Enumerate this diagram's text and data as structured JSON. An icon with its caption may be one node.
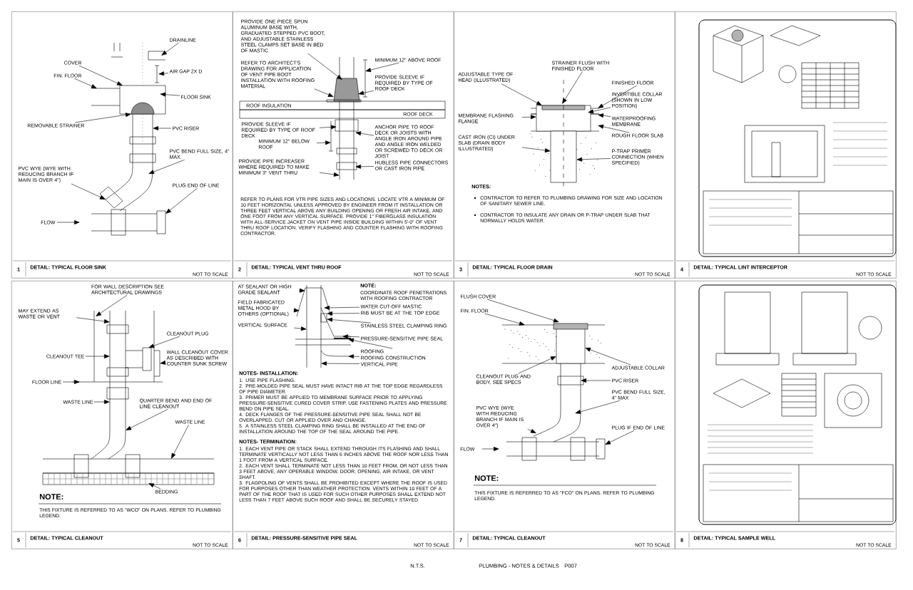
{
  "diagram": {
    "nodes": [
      {
        "text": [
          "1",
          "DETAIL: TYPICAL FLOOR SINK",
          "NOT TO SCALE"
        ]
      },
      {
        "text": [
          "2",
          "DETAIL: TYPICAL VENT THRU ROOF",
          "NOT TO SCALE"
        ]
      },
      {
        "text": [
          "3",
          "DETAIL: TYPICAL FLOOR DRAIN",
          "NOT TO SCALE"
        ]
      },
      {
        "text": [
          "4",
          "DETAIL: TYPICAL LINT INTERCEPTOR",
          "NOT TO SCALE"
        ]
      },
      {
        "text": [
          "5",
          "DETAIL: TYPICAL CLEANOUT",
          "NOT TO SCALE"
        ]
      },
      {
        "text": [
          "6",
          "DETAIL: PRESSURE-SENSITIVE PIPE SEAL",
          "NOT TO SCALE"
        ]
      },
      {
        "text": [
          "7",
          "DETAIL: TYPICAL CLEANOUT",
          "NOT TO SCALE"
        ]
      },
      {
        "text": [
          "8",
          "DETAIL: TYPICAL SAMPLE WELL",
          "NOT TO SCALE"
        ]
      },
      {
        "text": [
          "DRAINLINE"
        ],
        "in": 0
      },
      {
        "text": [
          "COVER"
        ],
        "in": 0
      },
      {
        "text": [
          "FIN. FLOOR"
        ],
        "in": 0
      },
      {
        "text": [
          "AIR GAP 2X D"
        ],
        "in": 0
      },
      {
        "text": [
          "FLOOR SINK"
        ],
        "in": 0
      },
      {
        "text": [
          "REMOVABLE STRAINER"
        ],
        "in": 0
      },
      {
        "text": [
          "PVC RISER"
        ],
        "in": 0
      },
      {
        "text": [
          "PVC BEND FULL SIZE, 4\" MAX."
        ],
        "in": 0
      },
      {
        "text": [
          "PVC WYE (WYE WITH REDUCING BRANCH IF MAIN IS OVER 4\")"
        ],
        "in": 0
      },
      {
        "text": [
          "PLUG END OF LINE"
        ],
        "in": 0
      },
      {
        "text": [
          "PROVIDE ONE PIECE SPUN ALUMINUM BASE WITH, GRADUATED STEPPED PVC BOOT, AND ADJUSTABLE STAINLESS STEEL CLAMPS SET BASE IN BED OF MASTIC"
        ],
        "in": 1
      },
      {
        "text": [
          "REFER TO ARCHITECT'S DRAWING FOR APPLICATION OF VENT PIPE BOOT INSTALLATION WITH ROOFING MATERIAL"
        ],
        "in": 1
      },
      {
        "text": [
          "MINIMUM 12\" ABOVE ROOF"
        ],
        "in": 1
      },
      {
        "text": [
          "PROVIDE SLEEVE IF REQUIRED BY TYPE OF ROOF DECK"
        ],
        "in": 1
      },
      {
        "text": [
          "PROVIDE SLEEVE IF REQUIRED BY TYPE OF ROOF DECK"
        ],
        "in": 1
      },
      {
        "text": [
          "MINIMUM 12\" BELOW ROOF"
        ],
        "in": 1
      },
      {
        "text": [
          "ANCHOR PIPE TO ROOF DECK OR JOISTS WITH ANGLE IRON AROUND PIPE AND ANGLE IRON WELDED OR SCREWED TO DECK OR JOIST"
        ],
        "in": 1
      },
      {
        "text": [
          "HUBLESS PIPE CONNECTORS OR CAST IRON PIPE"
        ],
        "in": 1
      },
      {
        "text": [
          "PROVIDE PIPE INCREASER WHERE REQUIRED TO MAKE MINIMUM 3\" VENT THRU"
        ],
        "in": 1
      },
      {
        "text": [
          "STRAINER FLUSH WITH FINISHED FLOOR"
        ],
        "in": 2
      },
      {
        "text": [
          "ADJUSTABLE TYPE OF HEAD (ILLUSTRATED)"
        ],
        "in": 2
      },
      {
        "text": [
          "FINISHED FLOOR"
        ],
        "in": 2
      },
      {
        "text": [
          "INVERTIBLE COLLAR (SHOWN IN LOW POSITION)"
        ],
        "in": 2
      },
      {
        "text": [
          "WATERPROOFING MEMBRANE"
        ],
        "in": 2
      },
      {
        "text": [
          "MEMBRANE FLASHING FLANGE"
        ],
        "in": 2
      },
      {
        "text": [
          "ROUGH FLOOR SLAB"
        ],
        "in": 2
      },
      {
        "text": [
          "CAST IRON (CI) UNDER SLAB (DRAIN BODY ILLUSTRATED)"
        ],
        "in": 2
      },
      {
        "text": [
          "P-TRAP PRIMER CONNECTION (WHEN SPECIFIED)"
        ],
        "in": 2
      },
      {
        "text": [
          "FOR WALL DESCRIPTION SEE ARCHITECTURAL DRAWINGS"
        ],
        "in": 4
      },
      {
        "text": [
          "MAY EXTEND AS WASTE OR VENT"
        ],
        "in": 4
      },
      {
        "text": [
          "CLEANOUT PLUG"
        ],
        "in": 4
      },
      {
        "text": [
          "CLEANOUT TEE"
        ],
        "in": 4
      },
      {
        "text": [
          "WALL CLEANOUT COVER AS DESCRIBED WITH COUNTER SUNK SCREW"
        ],
        "in": 4
      },
      {
        "text": [
          "FLOOR LINE"
        ],
        "in": 4
      },
      {
        "text": [
          "WASTE LINE"
        ],
        "in": 4
      },
      {
        "text": [
          "QUARTER BEND AND END OF LINE CLEANOUT"
        ],
        "in": 4
      },
      {
        "text": [
          "WASTE LINE"
        ],
        "in": 4
      },
      {
        "text": [
          "BEDDING"
        ],
        "in": 4
      },
      {
        "text": [
          "AT SEALANT OR HIGH GRADE SEALANT"
        ],
        "in": 5
      },
      {
        "text": [
          "FIELD FABRICATED METAL HOOD BY OTHERS (OPTIONAL)"
        ],
        "in": 5
      },
      {
        "text": [
          "WATER CUT-OFF MASTIC"
        ],
        "in": 5
      },
      {
        "text": [
          "RIB MUST BE AT THE TOP EDGE"
        ],
        "in": 5
      },
      {
        "text": [
          "VERTICAL SURFACE"
        ],
        "in": 5
      },
      {
        "text": [
          "STAINLESS STEEL CLAMPING RING"
        ],
        "in": 5
      },
      {
        "text": [
          "PRESSURE-SENSITIVE PIPE SEAL"
        ],
        "in": 5
      },
      {
        "text": [
          "ROOFING"
        ],
        "in": 5
      },
      {
        "text": [
          "ROOFING CONSTRUCTION"
        ],
        "in": 5
      },
      {
        "text": [
          "VERTICAL PIPE"
        ],
        "in": 5
      },
      {
        "text": [
          "FLUSH COVER"
        ],
        "in": 6
      },
      {
        "text": [
          "FIN. FLOOR"
        ],
        "in": 6
      },
      {
        "text": [
          "CLEANOUT PLUG AND BODY, SEE SPECS"
        ],
        "in": 6
      },
      {
        "text": [
          "ADJUSTABLE COLLAR"
        ],
        "in": 6
      },
      {
        "text": [
          "PVC RISER"
        ],
        "in": 6
      },
      {
        "text": [
          "PVC BEND FULL SIZE, 4\" MAX"
        ],
        "in": 6
      },
      {
        "text": [
          "PVC WYE (WYE WITH REDUCING BRANCH IF MAIN IS OVER 4\")"
        ],
        "in": 6
      },
      {
        "text": [
          "PLUG IF END OF LINE"
        ],
        "in": 6
      },
      {
        "text": [],
        "shape": "picture",
        "in": 0
      },
      {
        "text": [],
        "shape": "picture",
        "in": 1
      },
      {
        "text": [],
        "shape": "picture",
        "in": 2
      },
      {
        "text": [],
        "shape": "picture",
        "in": 4
      },
      {
        "text": [],
        "shape": "picture",
        "in": 4
      },
      {
        "text": [],
        "shape": "picture",
        "in": 5
      },
      {
        "text": [],
        "shape": "picture",
        "in": 6
      }
    ],
    "edges": [
      {
        "from": 8,
        "to": 64,
        "arrow": "to"
      },
      {
        "from": 9,
        "to": 64,
        "arrow": "to"
      },
      {
        "from": 10,
        "to": 64,
        "arrow": "to"
      },
      {
        "from": 11,
        "to": 64,
        "arrow": "to"
      },
      {
        "from": 12,
        "to": 64,
        "arrow": "to"
      },
      {
        "from": 13,
        "to": 64,
        "arrow": "to"
      },
      {
        "from": 14,
        "to": 64,
        "arrow": "to"
      },
      {
        "from": 15,
        "to": 64,
        "arrow": "to"
      },
      {
        "from": 16,
        "to": 64,
        "arrow": "to"
      },
      {
        "from": 17,
        "to": 64,
        "arrow": "to"
      },
      {
        "from": 18,
        "to": 65,
        "arrow": "to"
      },
      {
        "from": 19,
        "to": 65,
        "arrow": "to"
      },
      {
        "from": 20,
        "to": 65,
        "arrow": "to"
      },
      {
        "from": 21,
        "to": 65,
        "arrow": "to"
      },
      {
        "from": 22,
        "to": 65,
        "arrow": "to"
      },
      {
        "from": 23,
        "to": 65,
        "arrow": "to"
      },
      {
        "from": 24,
        "to": 65,
        "arrow": "to"
      },
      {
        "from": 25,
        "to": 65,
        "arrow": "to"
      },
      {
        "from": 26,
        "to": 65,
        "arrow": "to"
      },
      {
        "from": 27,
        "to": 66,
        "arrow": "to"
      },
      {
        "from": 28,
        "to": 66,
        "arrow": "to"
      },
      {
        "from": 29,
        "to": 66,
        "arrow": "to"
      },
      {
        "from": 30,
        "to": 66,
        "arrow": "to"
      },
      {
        "from": 31,
        "to": 66,
        "arrow": "to"
      },
      {
        "from": 32,
        "to": 66,
        "arrow": "to"
      },
      {
        "from": 33,
        "to": 66,
        "arrow": "to"
      },
      {
        "from": 34,
        "to": 66,
        "arrow": "to"
      },
      {
        "from": 35,
        "to": 66,
        "arrow": "to"
      },
      {
        "from": 36,
        "to": 67,
        "arrow": "to"
      },
      {
        "from": 37,
        "to": 67,
        "arrow": "to"
      },
      {
        "from": 38,
        "to": 67,
        "arrow": "to"
      },
      {
        "from": 39,
        "to": 67,
        "arrow": "to"
      },
      {
        "from": 40,
        "to": 67,
        "arrow": "to"
      },
      {
        "from": 41,
        "to": 67,
        "arrow": "to"
      },
      {
        "from": 42,
        "to": 67,
        "arrow": "to"
      },
      {
        "from": 43,
        "to": 68,
        "arrow": "to"
      },
      {
        "from": 44,
        "to": 68,
        "arrow": "to"
      },
      {
        "from": 45,
        "to": 68,
        "arrow": "to"
      },
      {
        "from": 46,
        "to": 69,
        "arrow": "to"
      },
      {
        "from": 47,
        "to": 69,
        "arrow": "to"
      },
      {
        "from": 48,
        "to": 69,
        "arrow": "to"
      },
      {
        "from": 49,
        "to": 69,
        "arrow": "to"
      },
      {
        "from": 50,
        "to": 69,
        "arrow": "to"
      },
      {
        "from": 51,
        "to": 69,
        "arrow": "to"
      },
      {
        "from": 52,
        "to": 69,
        "arrow": "to"
      },
      {
        "from": 53,
        "to": 69,
        "arrow": "to"
      },
      {
        "from": 54,
        "to": 69,
        "arrow": "to"
      },
      {
        "from": 55,
        "to": 69,
        "arrow": "to"
      },
      {
        "from": 56,
        "to": 70,
        "arrow": "to"
      },
      {
        "from": 57,
        "to": 70,
        "arrow": "to"
      },
      {
        "from": 58,
        "to": 70,
        "arrow": "to"
      },
      {
        "from": 59,
        "to": 70,
        "arrow": "to"
      },
      {
        "from": 60,
        "to": 70,
        "arrow": "to"
      },
      {
        "from": 61,
        "to": 70,
        "arrow": "to"
      },
      {
        "from": 62,
        "to": 70,
        "arrow": "to"
      },
      {
        "from": 63,
        "to": 70,
        "arrow": "to"
      }
    ],
    "labels": [
      "ROOF INSULATION",
      "ROOF DECK",
      "REFER TO PLANS FOR VTR PIPE SIZES AND LOCATIONS. LOCATE VTR A MINIMUM OF 10 FEET HORIZONTAL UNLESS APPROVED BY ENGINEER FROM IT INSTALLATION OR THREE FEET VERTICAL ABOVE ANY BUILDING OPENING OR FRESH AIR INTAKE, AND ONE FOOT FROM ANY VERTICAL SURFACE. PROVIDE 1\" FIBERGLASS INSULATION WITH ALL-SERVICE JACKET ON VENT PIPE INSIDE BUILDING WITHIN 5'-0\" OF VENT THRU ROOF LOCATION. VERIFY FLASHING AND COUNTER FLASHING WITH ROOFING CONTRACTOR.",
      "NOTES:",
      "CONTRACTOR TO REFER TO PLUMBING DRAWING FOR SIZE AND LOCATION OF SANITARY SEWER LINE.",
      "CONTRACTOR TO INSULATE ANY DRAIN OR P-TRAP UNDER SLAB THAT NORMALLY HOLDS WATER.",
      "NOTE:",
      "THIS FIXTURE IS REFERRED TO AS \"WCO\" ON PLANS. REFER TO PLUMBING LEGEND.",
      "NOTE:",
      "COORDINATE ROOF PENETRATIONS WITH ROOFING CONTRACTOR",
      "NOTES- INSTALLATION:",
      "1. USE PIPE FLASHING.",
      "2. PRE-MOLDED PIPE SEAL MUST HAVE INTACT RIB AT THE TOP EDGE REGARDLESS OF PIPE DIAMETER.",
      "3. PRIMER MUST BE APPLIED TO MEMBRANE SURFACE PRIOR TO APPLYING PRESSURE-SENSITIVE CURED COVER STRIP. USE FASTENING PLATES AND PRESSURE BEND ON PIPE SEAL.",
      "4. DECK FLANGES OF THE PRESSURE-SENSITIVE PIPE SEAL SHALL NOT BE OVERLAPPED. CUT OR APPLIED OVER AND CHANGE.",
      "5. A STAINLESS STEEL CLAMPING RING SHALL BE INSTALLED AT THE END OF INSTALLATION AROUND THE TOP OF THE SEAL AROUND THE PIPE.",
      "NOTES- TERMINATION:",
      "1. EACH VENT PIPE OR STACK SHALL EXTEND THROUGH ITS FLASHING AND SHALL TERMINATE VERTICALLY NOT LESS THAN 6 INCHES ABOVE THE ROOF NOR LESS THAN 1 FOOT FROM A VERTICAL SURFACE.",
      "2. EACH VENT SHALL TERMINATE NOT LESS THAN 10 FEET FROM, OR NOT LESS THAN 3 FEET ABOVE, ANY OPERABLE WINDOW, DOOR, OPENING, AIR INTAKE, OR VENT SHAFT.",
      "3. FLAGPOLING OF VENTS SHALL BE PROHIBITED EXCEPT WHERE THE ROOF IS USED FOR PURPOSES OTHER THAN WEATHER PROTECTION. VENTS WITHIN 10 FEET OF A PART OF THE ROOF THAT IS USED FOR SUCH OTHER PURPOSES SHALL EXTEND NOT LESS THAN 7 FEET ABOVE SUCH ROOF AND SHALL BE SECURELY STAYED.",
      "FLOW",
      "FLOW",
      "NOTE:",
      "THIS FIXTURE IS REFERRED TO AS \"FCO\" ON PLANS. REFER TO PLUMBING LEGEND.",
      "N.T.S.",
      "PLUMBING - NOTES & DETAILS",
      "P007"
    ]
  }
}
